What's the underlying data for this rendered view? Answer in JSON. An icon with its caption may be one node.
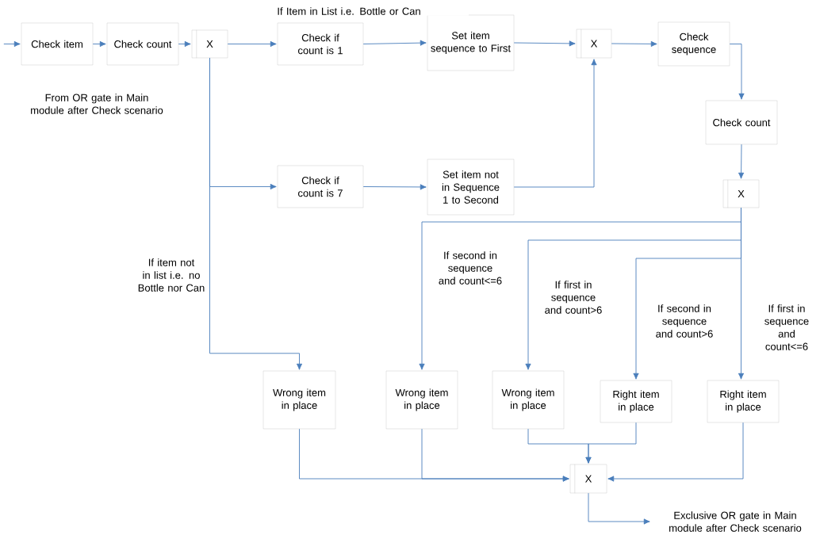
{
  "diagram": {
    "nodes": [
      {
        "text": [
          "Check item"
        ]
      },
      {
        "text": [
          "Check count"
        ]
      },
      {
        "text": [
          "X"
        ]
      },
      {
        "text": [
          "Check if count is 1"
        ]
      },
      {
        "text": [
          "Set item sequence to First"
        ]
      },
      {
        "text": [
          "X"
        ]
      },
      {
        "text": [
          "Check sequence"
        ]
      },
      {
        "text": [
          "Check count"
        ]
      },
      {
        "text": [
          "X"
        ]
      },
      {
        "text": [
          "Check if count is 7"
        ]
      },
      {
        "text": [
          "Set item not in Sequence 1 to Second"
        ]
      },
      {
        "text": [
          "Wrong item in place"
        ]
      },
      {
        "text": [
          "Wrong item in place"
        ]
      },
      {
        "text": [
          "Wrong item in place"
        ]
      },
      {
        "text": [
          "Right item in place"
        ]
      },
      {
        "text": [
          "Right item in place"
        ]
      },
      {
        "text": [
          "X"
        ]
      },
      {
        "text": [
          "Exclusive OR gate in Main module after Check scenario"
        ]
      }
    ],
    "edges": [
      {
        "from": null,
        "to": 0,
        "arrow": "to"
      },
      {
        "from": 0,
        "to": 1,
        "arrow": "to"
      },
      {
        "from": 1,
        "to": 2,
        "arrow": "to"
      },
      {
        "from": 2,
        "to": 3,
        "arrow": "to",
        "label": "If Item in List i.e. Bottle or Can"
      },
      {
        "from": 2,
        "to": 9,
        "arrow": "to"
      },
      {
        "from": 2,
        "to": 11,
        "arrow": "to",
        "label": "If item not in list i.e. no Bottle nor Can"
      },
      {
        "from": 3,
        "to": 4,
        "arrow": "to"
      },
      {
        "from": 4,
        "to": 5,
        "arrow": "to"
      },
      {
        "from": 9,
        "to": 10,
        "arrow": "to"
      },
      {
        "from": 10,
        "to": 5,
        "arrow": "to"
      },
      {
        "from": 5,
        "to": 6,
        "arrow": "to"
      },
      {
        "from": 6,
        "to": 7,
        "arrow": "to"
      },
      {
        "from": 7,
        "to": 8,
        "arrow": "to"
      },
      {
        "from": 8,
        "to": 12,
        "arrow": "to",
        "label": "If second in sequence and count<=6"
      },
      {
        "from": 8,
        "to": 13,
        "arrow": "to",
        "label": "If first in sequence and count>6"
      },
      {
        "from": 8,
        "to": 14,
        "arrow": "to",
        "label": "If second in sequence and count>6"
      },
      {
        "from": 8,
        "to": 15,
        "arrow": "to",
        "label": "If first in sequence and count<=6"
      },
      {
        "from": 11,
        "to": 16,
        "arrow": "to"
      },
      {
        "from": 12,
        "to": 16,
        "arrow": "to"
      },
      {
        "from": 13,
        "to": 16,
        "arrow": "to"
      },
      {
        "from": 14,
        "to": 16,
        "arrow": "to"
      },
      {
        "from": 15,
        "to": 16,
        "arrow": "to"
      },
      {
        "from": 16,
        "to": 17,
        "arrow": "to"
      }
    ],
    "labels": [
      "From OR gate in Main module after Check scenario"
    ]
  }
}
